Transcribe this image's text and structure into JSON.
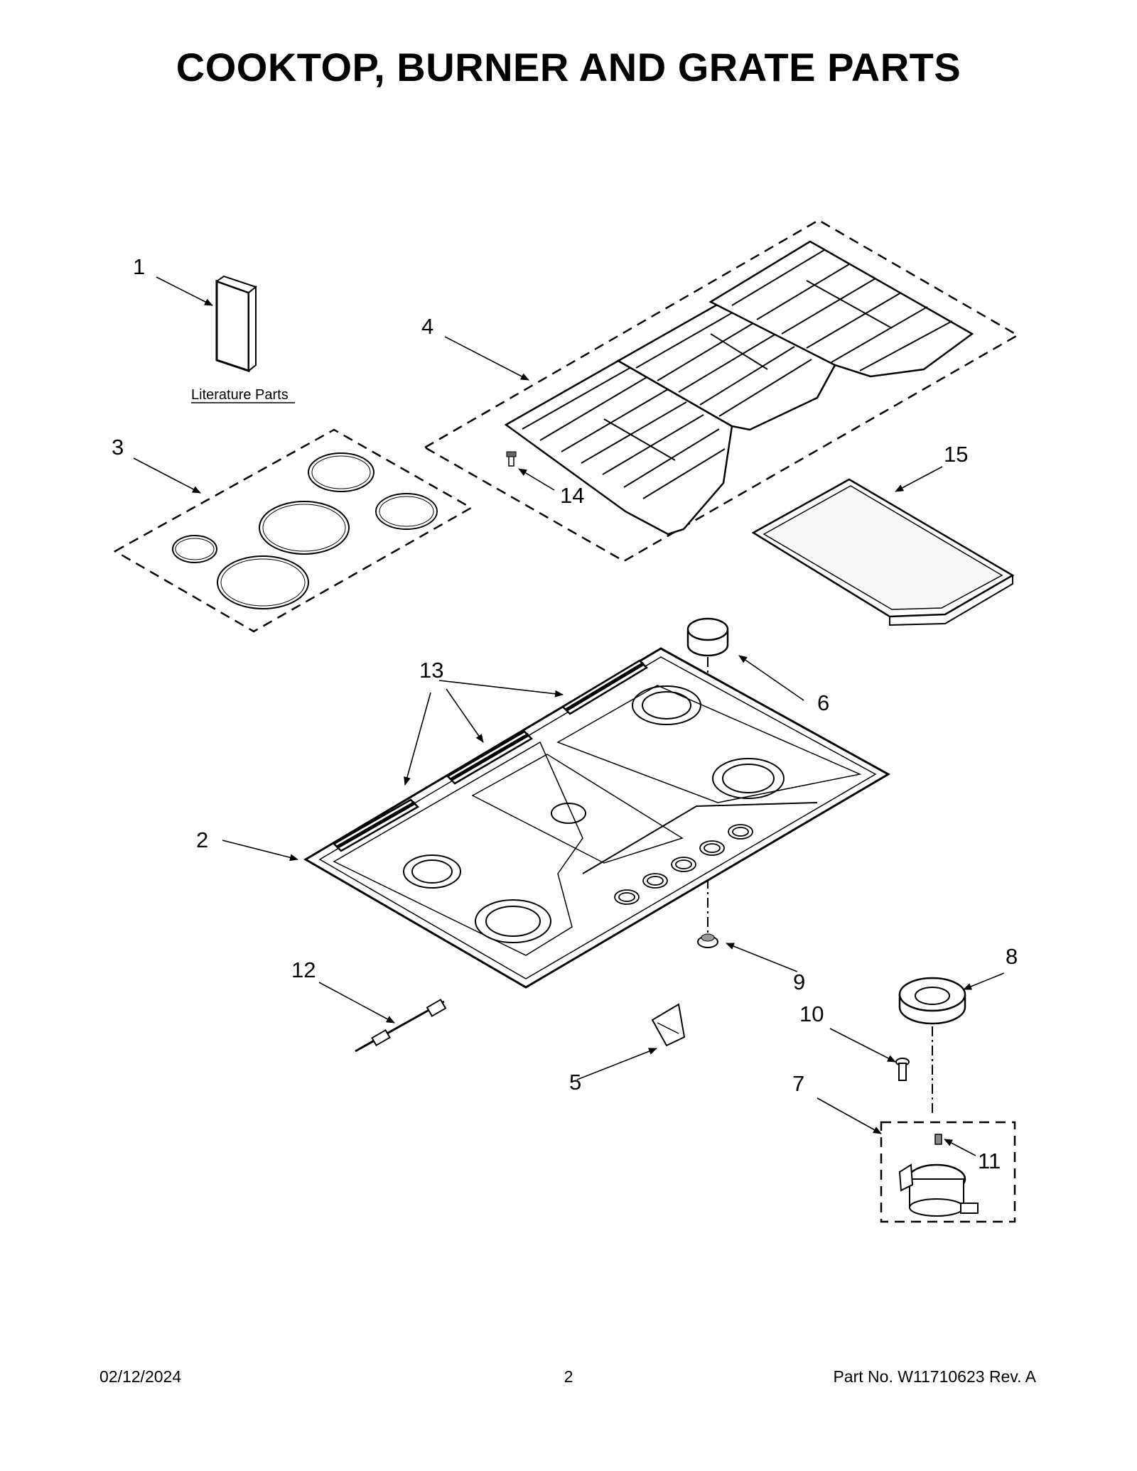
{
  "page": {
    "title": "COOKTOP, BURNER AND GRATE PARTS",
    "footer": {
      "date": "02/12/2024",
      "page_number": "2",
      "part_number": "Part No.  W11710623   Rev.  A"
    }
  },
  "diagram": {
    "literature_label": "Literature Parts",
    "callouts": [
      "1",
      "2",
      "3",
      "4",
      "5",
      "6",
      "7",
      "8",
      "9",
      "10",
      "11",
      "12",
      "13",
      "14",
      "15"
    ]
  },
  "colors": {
    "ink": "#000000",
    "paper": "#ffffff",
    "part_fill": "#f2f2f2"
  }
}
